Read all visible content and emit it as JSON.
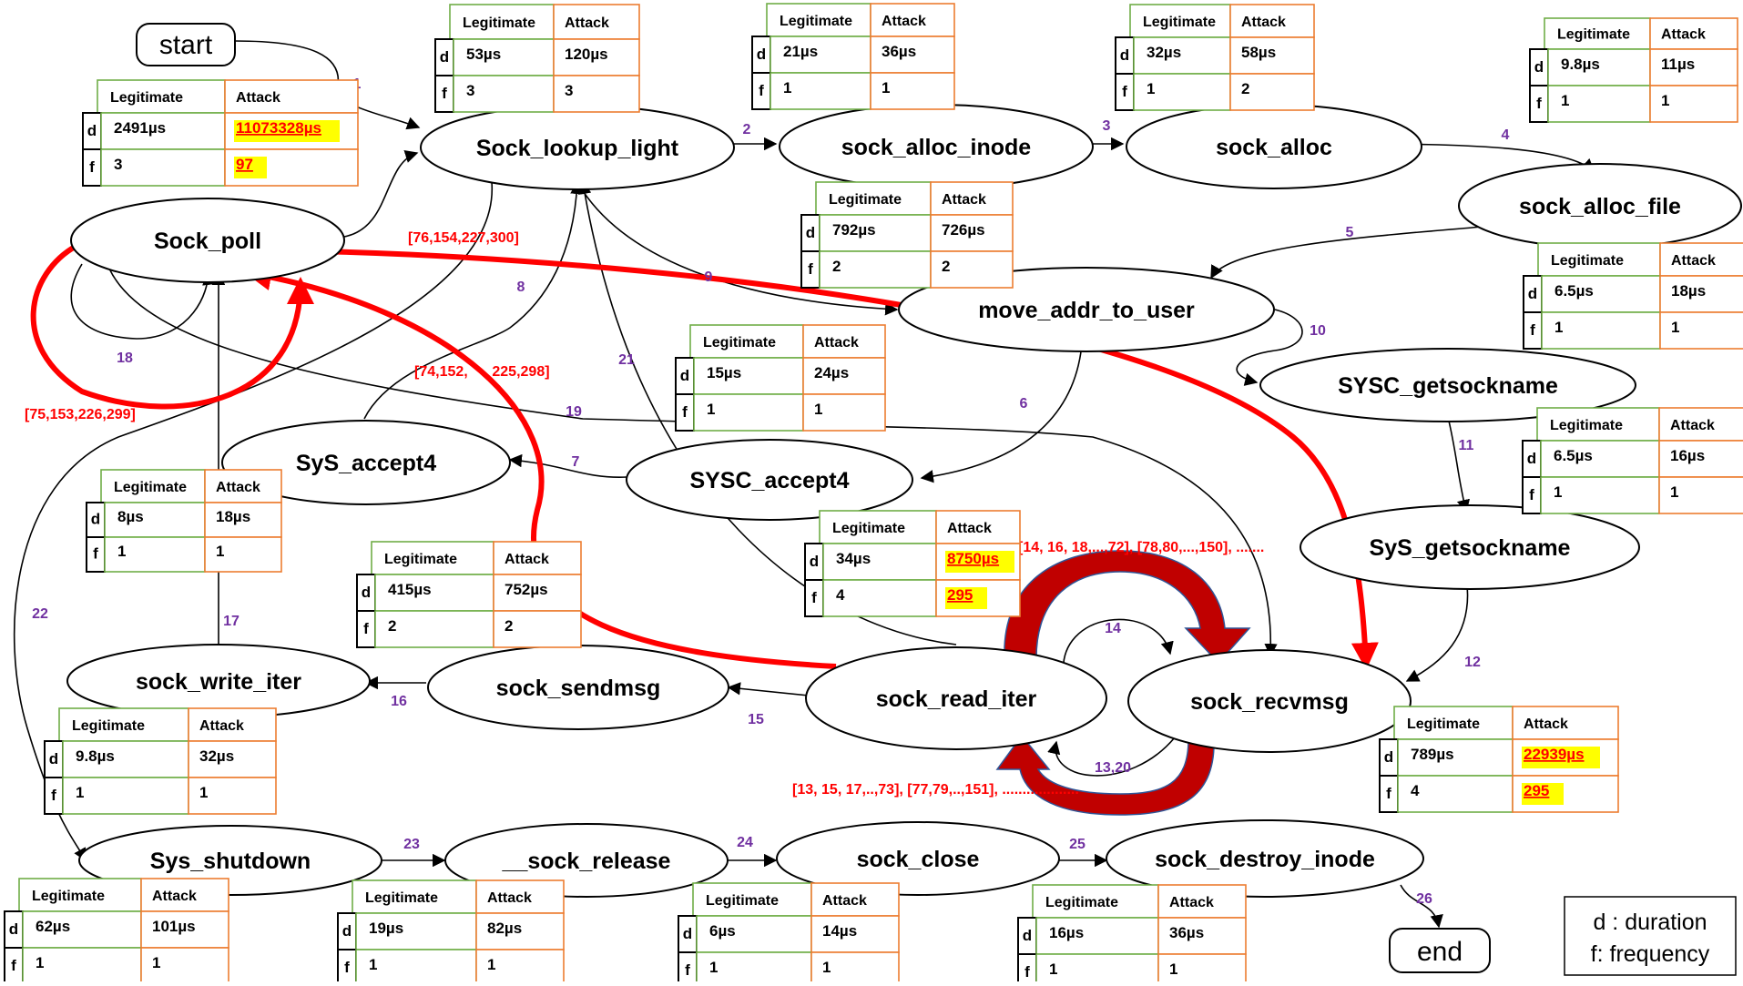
{
  "header_legit": "Legitimate",
  "header_attack": "Attack",
  "row_d": "d",
  "row_f": "f",
  "legend": {
    "line1": "d : duration",
    "line2": "f: frequency"
  },
  "terminals": {
    "start": "start",
    "end": "end"
  },
  "nodes": {
    "sock_poll": "Sock_poll",
    "sock_lookup_light": "Sock_lookup_light",
    "sock_alloc_inode": "sock_alloc_inode",
    "sock_alloc": "sock_alloc",
    "sock_alloc_file": "sock_alloc_file",
    "move_addr_to_user": "move_addr_to_user",
    "sysc_getsockname": "SYSC_getsockname",
    "sys_getsockname": "SyS_getsockname",
    "sys_accept4": "SyS_accept4",
    "sysc_accept4": "SYSC_accept4",
    "sock_write_iter": "sock_write_iter",
    "sock_sendmsg": "sock_sendmsg",
    "sock_read_iter": "sock_read_iter",
    "sock_recvmsg": "sock_recvmsg",
    "sys_shutdown": "Sys_shutdown",
    "sock_release": "__sock_release",
    "sock_close": "sock_close",
    "sock_destroy_inode": "sock_destroy_inode"
  },
  "tables": {
    "t_lookup": {
      "d_legit": "53µs",
      "d_attack": "120µs",
      "f_legit": "3",
      "f_attack": "3",
      "d_highlight": false,
      "f_highlight": false
    },
    "t_alloc_inode_top": {
      "d_legit": "21µs",
      "d_attack": "36µs",
      "f_legit": "1",
      "f_attack": "1",
      "d_highlight": false,
      "f_highlight": false
    },
    "t_alloc": {
      "d_legit": "32µs",
      "d_attack": "58µs",
      "f_legit": "1",
      "f_attack": "2",
      "d_highlight": false,
      "f_highlight": false
    },
    "t_alloc_file_top": {
      "d_legit": "9.8µs",
      "d_attack": "11µs",
      "f_legit": "1",
      "f_attack": "1",
      "d_highlight": false,
      "f_highlight": false
    },
    "t_poll": {
      "d_legit": "2491µs",
      "d_attack": "11073328µs",
      "f_legit": "3",
      "f_attack": "97",
      "d_highlight": true,
      "f_highlight": true
    },
    "t_alloc_inode_bottom": {
      "d_legit": "792µs",
      "d_attack": "726µs",
      "f_legit": "2",
      "f_attack": "2",
      "d_highlight": false,
      "f_highlight": false
    },
    "t_alloc_file_bottom": {
      "d_legit": "6.5µs",
      "d_attack": "18µs",
      "f_legit": "1",
      "f_attack": "1",
      "d_highlight": false,
      "f_highlight": false
    },
    "t_move_addr": {
      "d_legit": "15µs",
      "d_attack": "24µs",
      "f_legit": "1",
      "f_attack": "1",
      "d_highlight": false,
      "f_highlight": false
    },
    "t_getsockname": {
      "d_legit": "6.5µs",
      "d_attack": "16µs",
      "f_legit": "1",
      "f_attack": "1",
      "d_highlight": false,
      "f_highlight": false
    },
    "t_accept4_small": {
      "d_legit": "8µs",
      "d_attack": "18µs",
      "f_legit": "1",
      "f_attack": "1",
      "d_highlight": false,
      "f_highlight": false
    },
    "t_sysc_accept4": {
      "d_legit": "34µs",
      "d_attack": "8750µs",
      "f_legit": "4",
      "f_attack": "295",
      "d_highlight": true,
      "f_highlight": true
    },
    "t_sendmsg": {
      "d_legit": "415µs",
      "d_attack": "752µs",
      "f_legit": "2",
      "f_attack": "2",
      "d_highlight": false,
      "f_highlight": false
    },
    "t_write_iter": {
      "d_legit": "9.8µs",
      "d_attack": "32µs",
      "f_legit": "1",
      "f_attack": "1",
      "d_highlight": false,
      "f_highlight": false
    },
    "t_recvmsg": {
      "d_legit": "789µs",
      "d_attack": "22939µs",
      "f_legit": "4",
      "f_attack": "295",
      "d_highlight": true,
      "f_highlight": true
    },
    "t_shutdown": {
      "d_legit": "62µs",
      "d_attack": "101µs",
      "f_legit": "1",
      "f_attack": "1",
      "d_highlight": false,
      "f_highlight": false
    },
    "t_release": {
      "d_legit": "19µs",
      "d_attack": "82µs",
      "f_legit": "1",
      "f_attack": "1",
      "d_highlight": false,
      "f_highlight": false
    },
    "t_close": {
      "d_legit": "6µs",
      "d_attack": "14µs",
      "f_legit": "1",
      "f_attack": "1",
      "d_highlight": false,
      "f_highlight": false
    },
    "t_destroy": {
      "d_legit": "16µs",
      "d_attack": "36µs",
      "f_legit": "1",
      "f_attack": "1",
      "d_highlight": false,
      "f_highlight": false
    }
  },
  "edge_labels": {
    "e1": "1",
    "e2": "2",
    "e3": "3",
    "e4": "4",
    "e5": "5",
    "e6": "6",
    "e7": "7",
    "e8": "8",
    "e9": "9",
    "e10": "10",
    "e11": "11",
    "e12": "12",
    "e13_20": "13,20",
    "e14": "14",
    "e15": "15",
    "e16": "16",
    "e17": "17",
    "e18": "18",
    "e19": "19",
    "e21": "21",
    "e22": "22",
    "e23": "23",
    "e24": "24",
    "e25": "25",
    "e26": "26"
  },
  "attack_labels": {
    "a1": "[76,154,227,300]",
    "a2": "[74,152,      225,298]",
    "a3": "[75,153,226,299]",
    "a4": "[14, 16, 18,...,72], [78,80,...,150], .......",
    "a5": "[13, 15, 17,..,73], [77,79,..,151], ..................."
  },
  "colors": {
    "node_stroke": "#000000",
    "legit_border": "#70ad47",
    "attack_border": "#ed7d31",
    "edge_label": "#7030a0",
    "attack_text": "#ff0000",
    "highlight_bg": "#ffff00",
    "loop_arrow": "#c00000"
  }
}
